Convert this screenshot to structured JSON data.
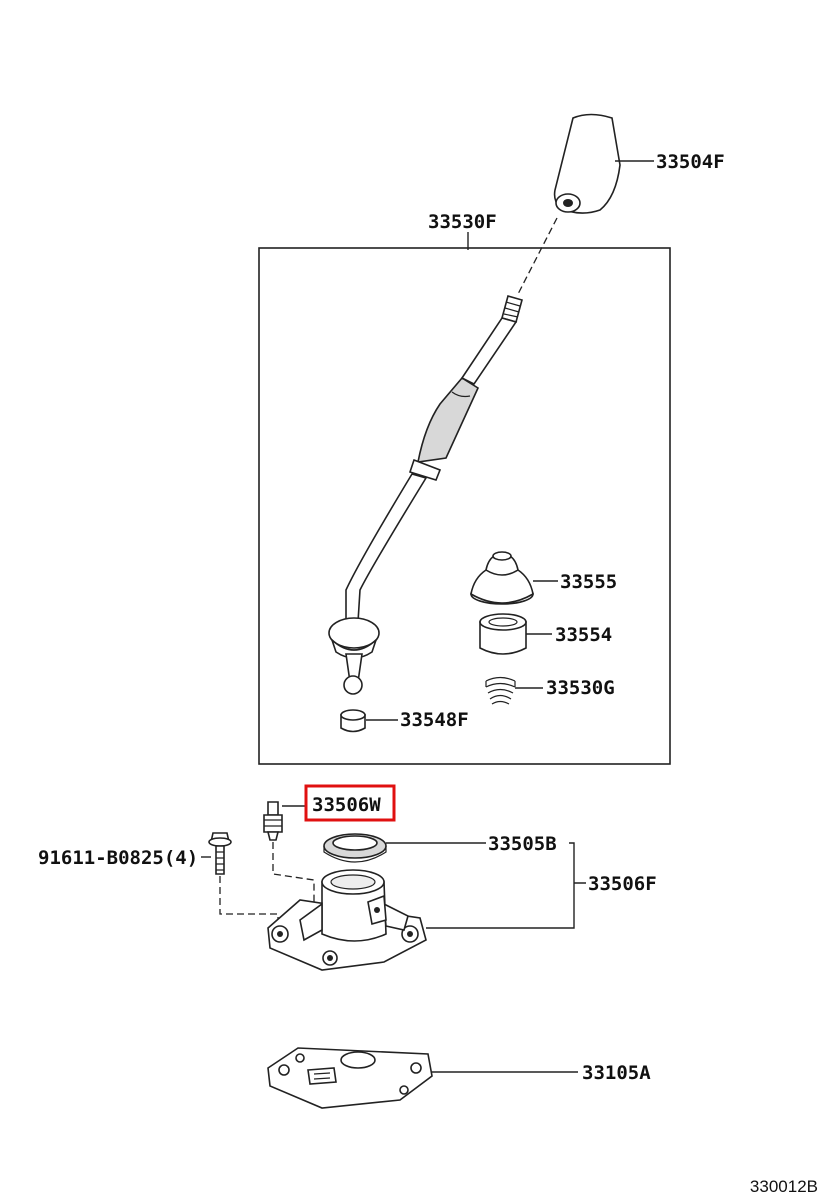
{
  "diagram": {
    "accent_color": "#e01010",
    "diagram_code": "330012B",
    "parts": [
      {
        "id": "p0",
        "number": "33504F",
        "highlighted": false
      },
      {
        "id": "p1",
        "number": "33530F",
        "highlighted": false
      },
      {
        "id": "p2",
        "number": "33555",
        "highlighted": false
      },
      {
        "id": "p3",
        "number": "33554",
        "highlighted": false
      },
      {
        "id": "p4",
        "number": "33530G",
        "highlighted": false
      },
      {
        "id": "p5",
        "number": "33548F",
        "highlighted": false
      },
      {
        "id": "p6",
        "number": "33506W",
        "highlighted": true
      },
      {
        "id": "p7",
        "number": "33505B",
        "highlighted": false
      },
      {
        "id": "p8",
        "number": "91611-B0825(4)",
        "highlighted": false
      },
      {
        "id": "p9",
        "number": "33506F",
        "highlighted": false
      },
      {
        "id": "p10",
        "number": "33105A",
        "highlighted": false
      }
    ]
  }
}
